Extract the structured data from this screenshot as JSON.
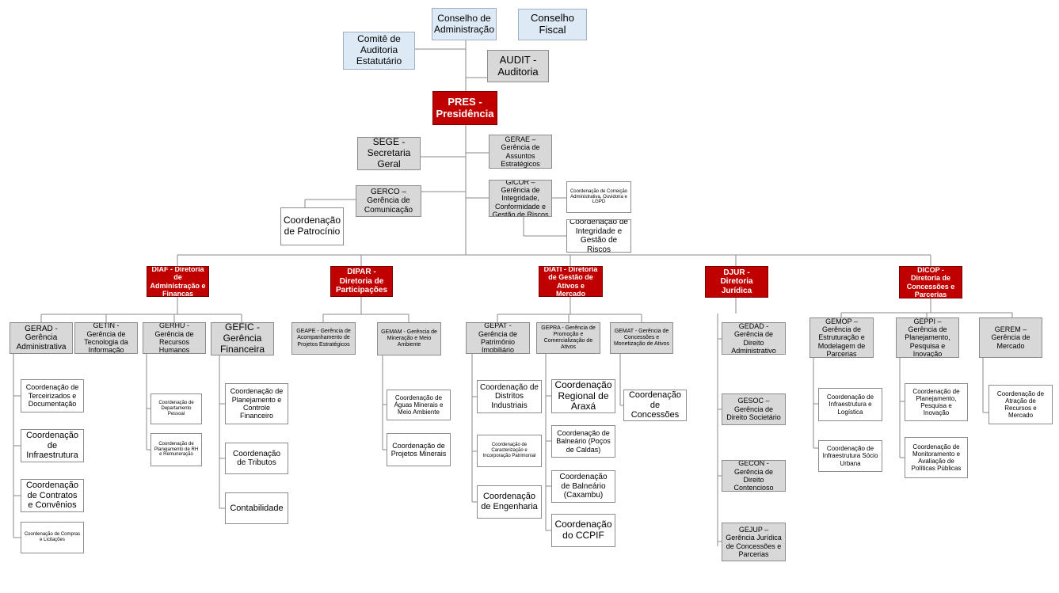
{
  "top": {
    "conselho_admin": "Conselho de Administração",
    "conselho_fiscal": "Conselho Fiscal",
    "comite": "Comitê de Auditoria Estatutário",
    "audit": "AUDIT - Auditoria",
    "pres": "PRES - Presidência"
  },
  "pres_units": {
    "sege": "SEGE - Secretaria Geral",
    "gerae": "GERAE – Gerência de Assuntos Estratégicos",
    "gerco": "GERCO – Gerência de Comunicação",
    "patrocinio": "Coordenação de Patrocínio",
    "gicor": "GICOR – Gerência de Integridade, Conformidade e Gestão de Riscos",
    "correicao": "Coordenação de Correição Administrativa, Ouvidoria e LGPD",
    "integridade": "Coordenação de Integridade e Gestão de Riscos"
  },
  "diretorias": {
    "diaf": "DIAF - Diretoria de Administração e Finanças",
    "dipar": "DIPAR - Diretoria de Participações",
    "diati": "DIATI - Diretoria de Gestão de Ativos e Mercado",
    "djur": "DJUR - Diretoria Jurídica",
    "dicop": "DICOP - Diretoria de Concessões e Parcerias"
  },
  "diaf": {
    "gerad": "GERAD - Gerência Administrativa",
    "getin": "GETIN - Gerência de Tecnologia da Informação",
    "gerhu": "GERHU - Gerência de Recursos Humanos",
    "gefic": "GEFIC - Gerência Financeira",
    "gerad_coords": [
      "Coordenação de Terceirizados e Documentação",
      "Coordenação de Infraestrutura",
      "Coordenação de Contratos e Convênios",
      "Coordenação de Compras e Licitações"
    ],
    "gerhu_coords": [
      "Coordenação de Departamento Pessoal",
      "Coordenação de Planejamento de RH e Remuneração"
    ],
    "gefic_coords": [
      "Coordenação de Planejamento e Controle Financeiro",
      "Coordenação de Tributos",
      "Contabilidade"
    ]
  },
  "dipar": {
    "geape": "GEAPE - Gerência de Acompanhamento de Projetos Estratégicos",
    "gemam": "GEMAM - Gerência de Mineração e Meio Ambiente",
    "gemam_coords": [
      "Coordenação de Águas Minerais e Meio Ambiente",
      "Coordenação de Projetos Minerais"
    ]
  },
  "diati": {
    "gepat": "GEPAT - Gerência de Patrimônio Imobiliário",
    "gepra": "GEPRA - Gerência de Promoção e Comercialização de Ativos",
    "gemat": "GEMAT - Gerência de Concessões e Monetização de Ativos",
    "gepat_coords": [
      "Coordenação de Distritos Industriais",
      "Coordenação de Caracterização e Incorporação Patrimonial",
      "Coordenação de Engenharia"
    ],
    "gepra_coords": [
      "Coordenação Regional de Araxá",
      "Coordenação de Balneário (Poços de Caldas)",
      "Coordenação de Balneário (Caxambu)",
      "Coordenação do CCPIF"
    ],
    "gemat_coords": [
      "Coordenação de Concessões"
    ]
  },
  "djur": {
    "gedad": "GEDAD - Gerência de Direito Administrativo",
    "gesoc": "GESOC – Gerência de Direito Societário",
    "gecon": "GECON - Gerência de Direito Contencioso",
    "gejup": "GEJUP – Gerência Jurídica de Concessões e Parcerias"
  },
  "dicop": {
    "gemop": "GEMOP – Gerência de Estruturação e Modelagem de Parcerias",
    "geppi": "GEPPI – Gerência de Planejamento, Pesquisa e Inovação",
    "gerem": "GEREM – Gerência de Mercado",
    "gemop_coords": [
      "Coordenação de Infraestrutura e Logística",
      "Coordenação de Infraestrutura Sócio Urbana"
    ],
    "geppi_coords": [
      "Coordenação de Planejamento, Pesquisa e Inovação",
      "Coordenação de Monitoramento e Avaliação de Políticas Públicas"
    ],
    "gerem_coords": [
      "Coordenação de Atração de Recursos e Mercado"
    ]
  },
  "colors": {
    "presidencia": "#c00000",
    "conselho": "#dde9f5",
    "gerencia": "#d8d8d8",
    "coordenacao": "#ffffff"
  }
}
